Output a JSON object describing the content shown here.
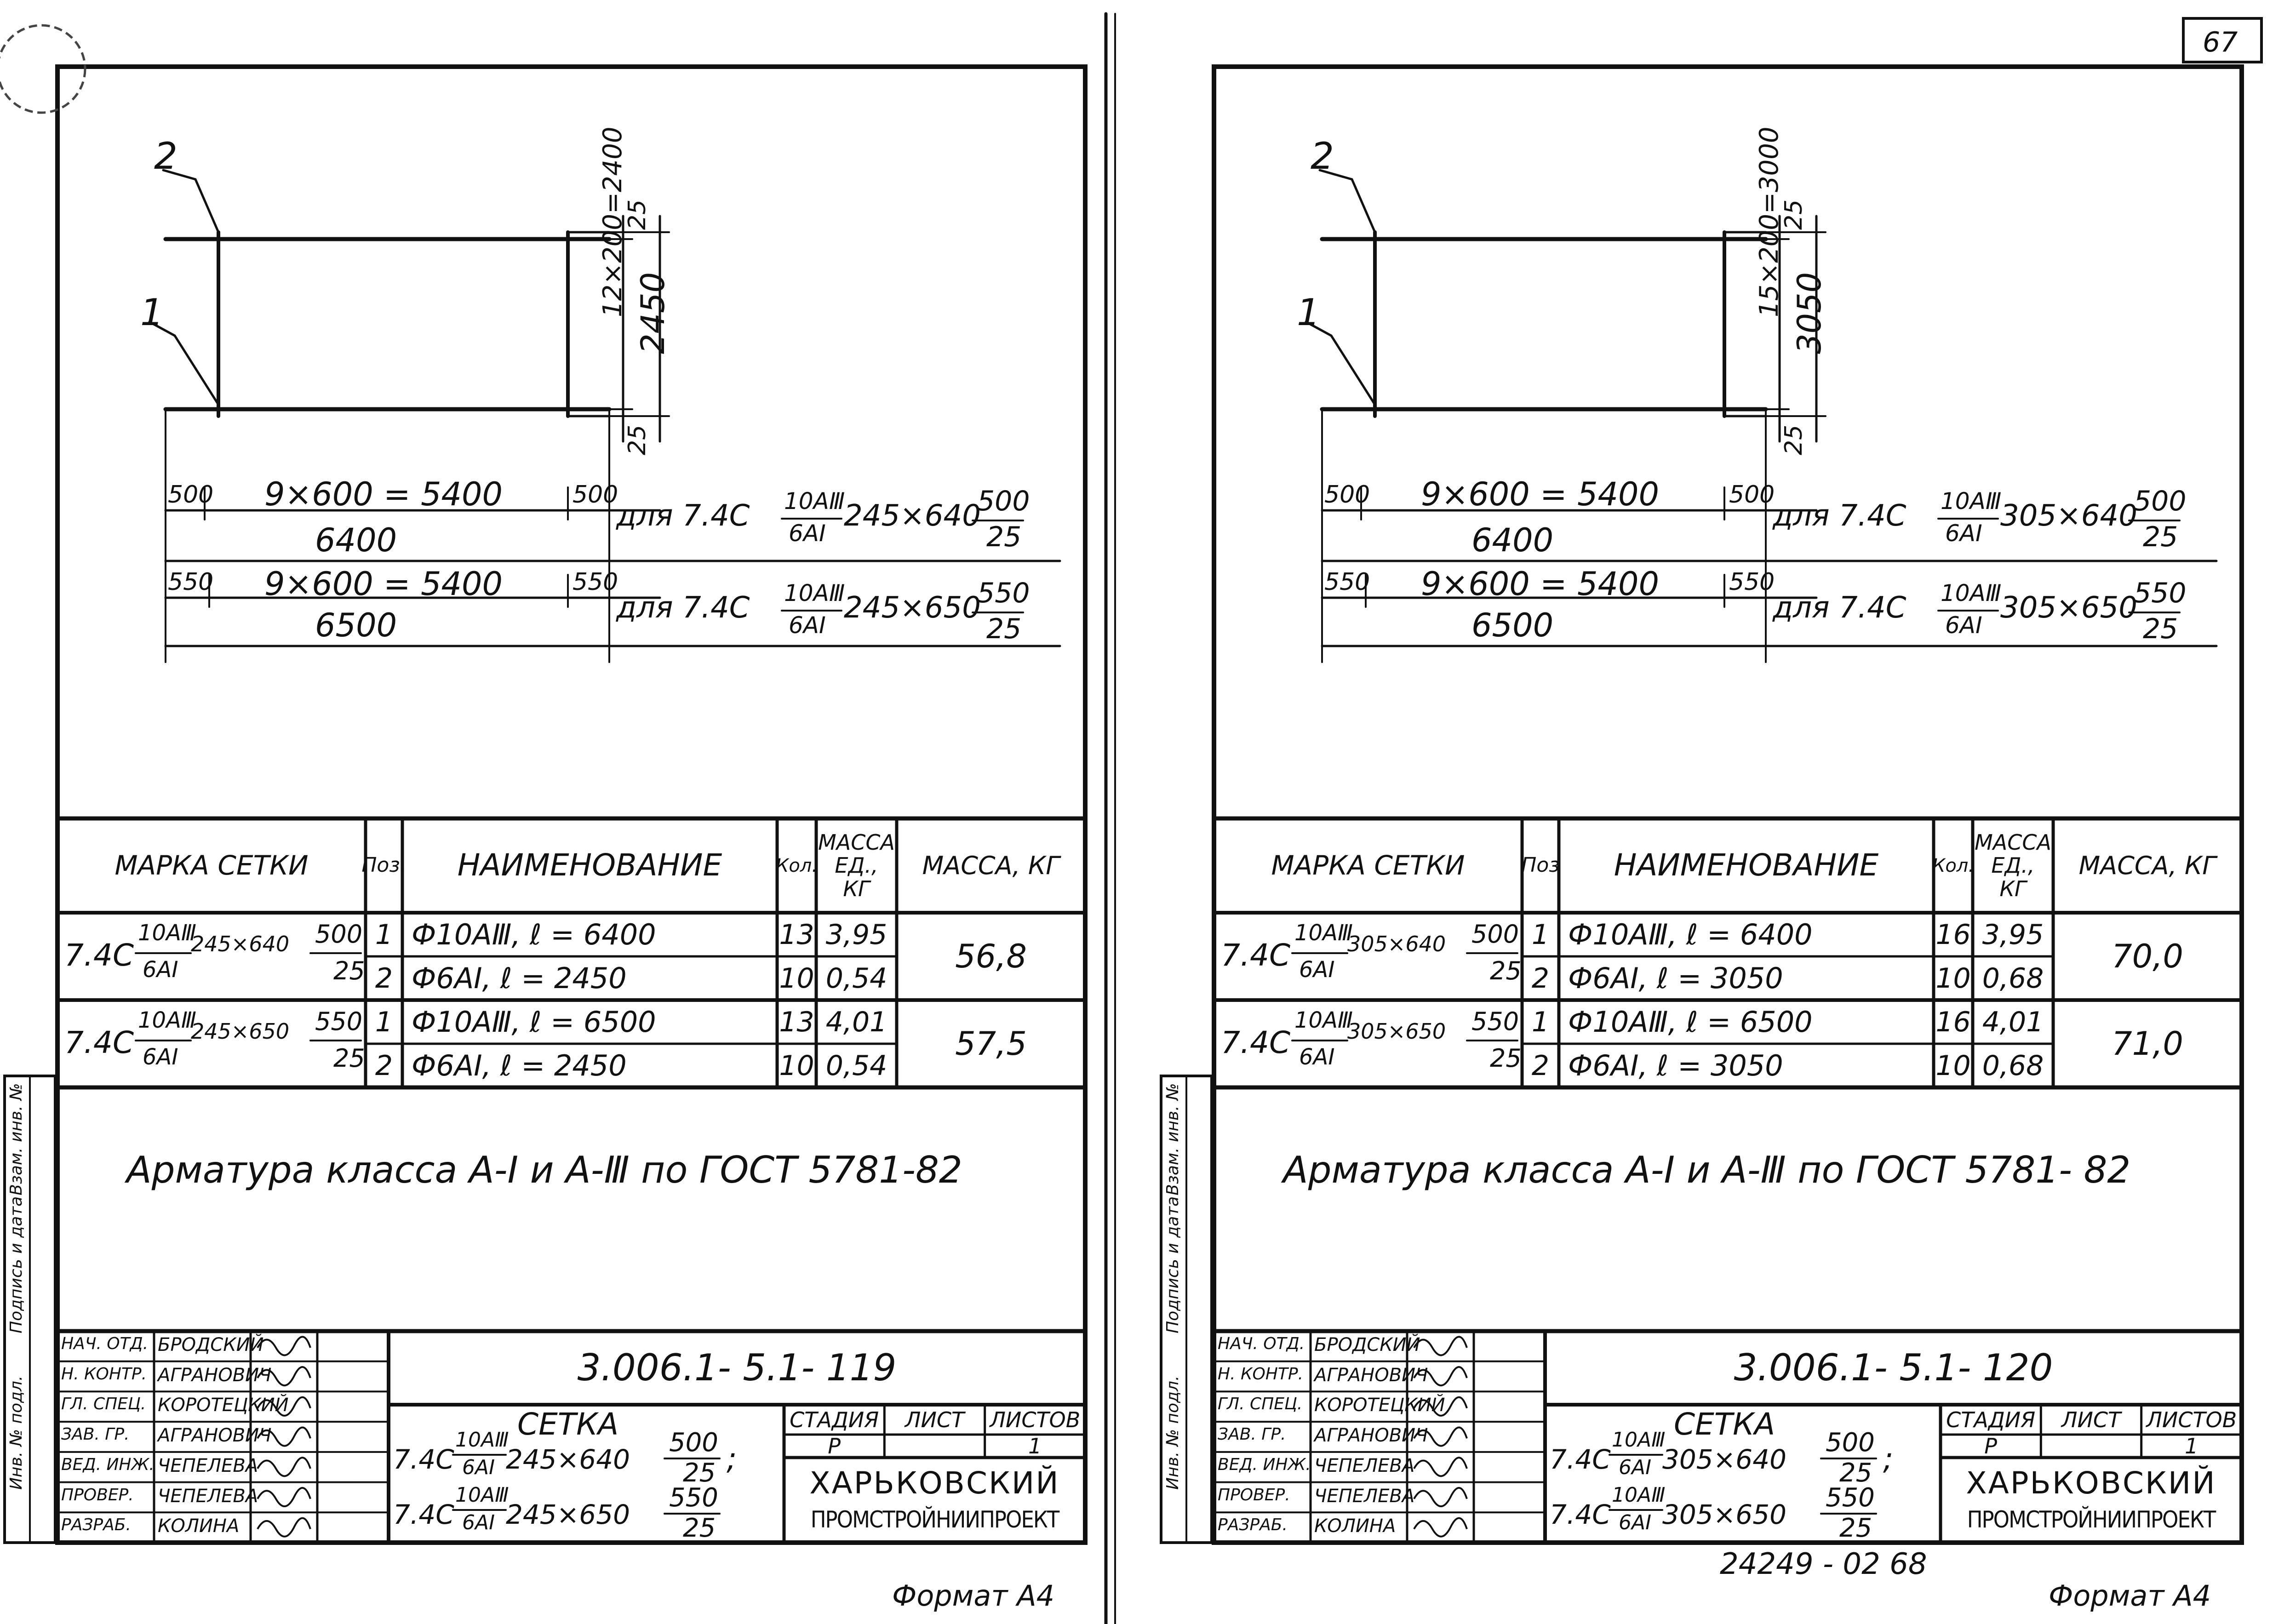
{
  "page_number": "67",
  "bottom_number": "24249 - 02   68",
  "sheets": [
    {
      "id": "left",
      "drawing": {
        "leader_top": "2",
        "leader_bottom": "1",
        "vert_dim_inner": "12×200=2400",
        "vert_dim_outer": "2450",
        "vert_top": "25",
        "vert_bottom": "25",
        "row1": {
          "left": "500",
          "middle": "9×600 = 5400",
          "right": "500",
          "total": "6400",
          "note_prefix": "для 7.4С",
          "note_top": "10АⅢ",
          "note_bottom": "6АⅠ",
          "note_mid": "245×640",
          "frac_top": "500",
          "frac_bottom": "25"
        },
        "row2": {
          "left": "550",
          "middle": "9×600 = 5400",
          "right": "550",
          "total": "6500",
          "note_prefix": "для 7.4С",
          "note_top": "10АⅢ",
          "note_bottom": "6АⅠ",
          "note_mid": "245×650",
          "frac_top": "550",
          "frac_bottom": "25"
        }
      },
      "table": {
        "headers": [
          "МАРКА СЕТКИ",
          "Поз.",
          "НАИМЕНОВАНИЕ",
          "Кол.",
          "МАССА ЕД., КГ",
          "МАССА, КГ"
        ],
        "groups": [
          {
            "mark": {
              "prefix": "7.4С",
              "top": "10АⅢ",
              "bottom": "6АⅠ",
              "size": "245×640",
              "frac_top": "500",
              "frac_bottom": "25"
            },
            "rows": [
              {
                "pos": "1",
                "name": "Ф10АⅢ,  ℓ = 6400",
                "qty": "13",
                "mass_unit": "3,95"
              },
              {
                "pos": "2",
                "name": "Ф6АⅠ,  ℓ = 2450",
                "qty": "10",
                "mass_unit": "0,54"
              }
            ],
            "mass": "56,8"
          },
          {
            "mark": {
              "prefix": "7.4С",
              "top": "10АⅢ",
              "bottom": "6АⅠ",
              "size": "245×650",
              "frac_top": "550",
              "frac_bottom": "25"
            },
            "rows": [
              {
                "pos": "1",
                "name": "Ф10АⅢ,  ℓ = 6500",
                "qty": "13",
                "mass_unit": "4,01"
              },
              {
                "pos": "2",
                "name": "Ф6АⅠ,  ℓ = 2450",
                "qty": "10",
                "mass_unit": "0,54"
              }
            ],
            "mass": "57,5"
          }
        ]
      },
      "note": "Арматура класса А-Ⅰ и А-Ⅲ по ГОСТ 5781-82",
      "title_block": {
        "doc_number": "3.006.1- 5.1- 119",
        "people": [
          {
            "role": "НАЧ. ОТД.",
            "name": "БРОДСКИЙ"
          },
          {
            "role": "Н. КОНТР.",
            "name": "АГРАНОВИЧ"
          },
          {
            "role": "ГЛ. СПЕЦ.",
            "name": "КОРОТЕЦКИЙ"
          },
          {
            "role": "ЗАВ. ГР.",
            "name": "АГРАНОВИЧ"
          },
          {
            "role": "ВЕД. ИНЖ.",
            "name": "ЧЕПЕЛЕВА"
          },
          {
            "role": "ПРОВЕР.",
            "name": "ЧЕПЕЛЕВА"
          },
          {
            "role": "РАЗРАБ.",
            "name": "КОЛИНА"
          }
        ],
        "product_title": "СЕТКА",
        "line1": {
          "prefix": "7.4С",
          "top": "10АⅢ",
          "bottom": "6АⅠ",
          "size": "245×640",
          "frac_top": "500",
          "frac_bottom": "25",
          "sep": ";"
        },
        "line2": {
          "prefix": "7.4С",
          "top": "10АⅢ",
          "bottom": "6АⅠ",
          "size": "245×650",
          "frac_top": "550",
          "frac_bottom": "25",
          "sep": ""
        },
        "stage_label": "СТАДИЯ",
        "sheet_label": "ЛИСТ",
        "sheets_label": "ЛИСТОВ",
        "stage": "Р",
        "sheets": "1",
        "org1": "ХАРЬКОВСКИЙ",
        "org2": "ПРОМСТРОЙНИИПРОЕКТ"
      },
      "format": "Формат А4",
      "side_labels": [
        "Взам. инв. №",
        "Подпись и дата",
        "Инв. № подл."
      ]
    },
    {
      "id": "right",
      "drawing": {
        "leader_top": "2",
        "leader_bottom": "1",
        "vert_dim_inner": "15×200=3000",
        "vert_dim_outer": "3050",
        "vert_top": "25",
        "vert_bottom": "25",
        "row1": {
          "left": "500",
          "middle": "9×600 = 5400",
          "right": "500",
          "total": "6400",
          "note_prefix": "для 7.4С",
          "note_top": "10АⅢ",
          "note_bottom": "6АⅠ",
          "note_mid": "305×640",
          "frac_top": "500",
          "frac_bottom": "25"
        },
        "row2": {
          "left": "550",
          "middle": "9×600 = 5400",
          "right": "550",
          "total": "6500",
          "note_prefix": "для 7.4С",
          "note_top": "10АⅢ",
          "note_bottom": "6АⅠ",
          "note_mid": "305×650",
          "frac_top": "550",
          "frac_bottom": "25"
        }
      },
      "table": {
        "headers": [
          "МАРКА СЕТКИ",
          "Поз",
          "НАИМЕНОВАНИЕ",
          "Кол.",
          "МАССА ЕД., КГ",
          "МАССА, КГ"
        ],
        "groups": [
          {
            "mark": {
              "prefix": "7.4С",
              "top": "10АⅢ",
              "bottom": "6АⅠ",
              "size": "305×640",
              "frac_top": "500",
              "frac_bottom": "25"
            },
            "rows": [
              {
                "pos": "1",
                "name": "Ф10АⅢ,  ℓ = 6400",
                "qty": "16",
                "mass_unit": "3,95"
              },
              {
                "pos": "2",
                "name": "Ф6АⅠ,  ℓ = 3050",
                "qty": "10",
                "mass_unit": "0,68"
              }
            ],
            "mass": "70,0"
          },
          {
            "mark": {
              "prefix": "7.4С",
              "top": "10АⅢ",
              "bottom": "6АⅠ",
              "size": "305×650",
              "frac_top": "550",
              "frac_bottom": "25"
            },
            "rows": [
              {
                "pos": "1",
                "name": "Ф10АⅢ,  ℓ = 6500",
                "qty": "16",
                "mass_unit": "4,01"
              },
              {
                "pos": "2",
                "name": "Ф6АⅠ,  ℓ = 3050",
                "qty": "10",
                "mass_unit": "0,68"
              }
            ],
            "mass": "71,0"
          }
        ]
      },
      "note": "Арматура класса А-Ⅰ и А-Ⅲ по ГОСТ 5781- 82",
      "title_block": {
        "doc_number": "3.006.1- 5.1- 120",
        "people": [
          {
            "role": "НАЧ. ОТД.",
            "name": "БРОДСКИЙ"
          },
          {
            "role": "Н. КОНТР.",
            "name": "АГРАНОВИЧ"
          },
          {
            "role": "ГЛ. СПЕЦ.",
            "name": "КОРОТЕЦКИЙ"
          },
          {
            "role": "ЗАВ. ГР.",
            "name": "АГРАНОВИЧ"
          },
          {
            "role": "ВЕД. ИНЖ.",
            "name": "ЧЕПЕЛЕВА"
          },
          {
            "role": "ПРОВЕР.",
            "name": "ЧЕПЕЛЕВА"
          },
          {
            "role": "РАЗРАБ.",
            "name": "КОЛИНА"
          }
        ],
        "product_title": "СЕТКА",
        "line1": {
          "prefix": "7.4С",
          "top": "10АⅢ",
          "bottom": "6АⅠ",
          "size": "305×640",
          "frac_top": "500",
          "frac_bottom": "25",
          "sep": ";"
        },
        "line2": {
          "prefix": "7.4С",
          "top": "10АⅢ",
          "bottom": "6АⅠ",
          "size": "305×650",
          "frac_top": "550",
          "frac_bottom": "25",
          "sep": ""
        },
        "stage_label": "СТАДИЯ",
        "sheet_label": "ЛИСТ",
        "sheets_label": "ЛИСТОВ",
        "stage": "Р",
        "sheets": "1",
        "org1": "ХАРЬКОВСКИЙ",
        "org2": "ПРОМСТРОЙНИИПРОЕКТ"
      },
      "format": "Формат А4",
      "side_labels": [
        "Взам. инв. №",
        "Подпись и дата",
        "Инв. № подл."
      ]
    }
  ]
}
